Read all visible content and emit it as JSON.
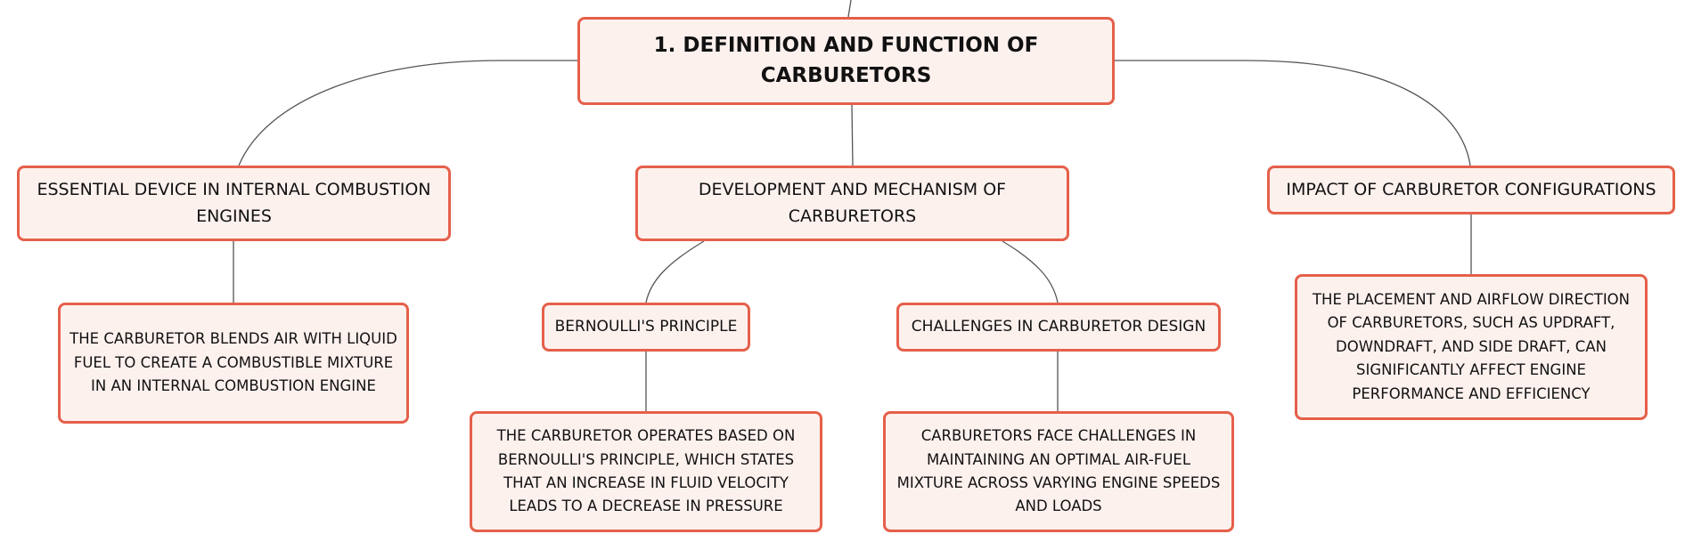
{
  "diagram": {
    "root": {
      "label": "1. DEFINITION AND FUNCTION OF CARBURETORS"
    },
    "branches": [
      {
        "label": "ESSENTIAL DEVICE IN INTERNAL COMBUSTION ENGINES",
        "children": [
          {
            "label": "THE CARBURETOR BLENDS AIR WITH LIQUID FUEL TO CREATE A COMBUSTIBLE MIXTURE IN AN INTERNAL COMBUSTION ENGINE"
          }
        ]
      },
      {
        "label": "DEVELOPMENT AND MECHANISM OF CARBURETORS",
        "children": [
          {
            "label": "BERNOULLI'S PRINCIPLE",
            "children": [
              {
                "label": "THE CARBURETOR OPERATES BASED ON BERNOULLI'S PRINCIPLE, WHICH STATES THAT AN INCREASE IN FLUID VELOCITY LEADS TO A DECREASE IN PRESSURE"
              }
            ]
          },
          {
            "label": "CHALLENGES IN CARBURETOR DESIGN",
            "children": [
              {
                "label": "CARBURETORS FACE CHALLENGES IN MAINTAINING AN OPTIMAL AIR-FUEL MIXTURE ACROSS VARYING ENGINE SPEEDS AND LOADS"
              }
            ]
          }
        ]
      },
      {
        "label": "IMPACT OF CARBURETOR CONFIGURATIONS",
        "children": [
          {
            "label": "THE PLACEMENT AND AIRFLOW DIRECTION OF CARBURETORS, SUCH AS UPDRAFT, DOWNDRAFT, AND SIDE DRAFT, CAN SIGNIFICANTLY AFFECT ENGINE PERFORMANCE AND EFFICIENCY"
          }
        ]
      }
    ]
  },
  "colors": {
    "node_border": "#e5604a",
    "node_fill": "#fdf1ee",
    "connector": "#555555",
    "text": "#111111"
  }
}
